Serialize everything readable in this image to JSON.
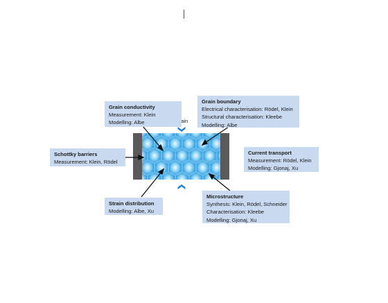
{
  "boxes": {
    "grain_conductivity": {
      "title": "Grain conductivity",
      "lines": [
        "Measurement: Klein",
        "Modelling: Albe"
      ]
    },
    "grain_boundary": {
      "title": "Grain boundary",
      "lines": [
        "Electrical characterisation: Rödel, Klein",
        "Structural characterisation: Kleebe",
        "Modelling: Albe"
      ]
    },
    "schottky_barriers": {
      "title": "Schottky barriers",
      "lines": [
        "Measurement: Klein, Rödel"
      ]
    },
    "current_transport": {
      "title": "Current transport",
      "lines": [
        "Measurement: Rödel, Klein",
        "Modelling: Gjonaj, Xu"
      ]
    },
    "strain_distribution": {
      "title": "Strain distribution",
      "lines": [
        "Modelling: Albe, Xu"
      ]
    },
    "microstructure": {
      "title": "Microstructure",
      "lines": [
        "Synthesis: Klein, Rödel, Schneider",
        "Characterisation: Kleebe",
        "Modelling: Gjonaj, Xu"
      ]
    }
  },
  "strain_label": "strain",
  "colors": {
    "box_fill": "#c9d9ef",
    "electrode": "#5a5a5a",
    "grain_light": "#e8f7ff",
    "grain_dark": "#1b8fd6",
    "strain_arrow": "#1f7fc4"
  },
  "icons": [
    "strain-arrow-down-icon",
    "strain-arrow-up-icon"
  ]
}
